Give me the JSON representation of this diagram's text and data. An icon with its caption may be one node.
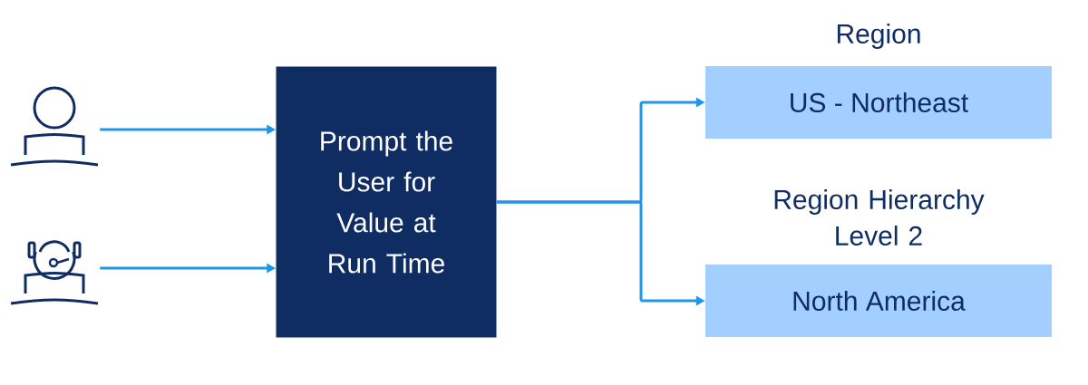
{
  "diagram": {
    "nodes": [
      {
        "text": [],
        "shape": "person"
      },
      {
        "text": [],
        "shape": "headset"
      },
      {
        "text": [
          "Prompt the User for Value at Run Time"
        ]
      },
      {
        "text": [
          "Region",
          "US - Northeast"
        ]
      },
      {
        "text": [
          "Region Hierarchy Level 2",
          "North America"
        ]
      }
    ],
    "edges": [
      {
        "from": 0,
        "to": 2,
        "arrow": "to"
      },
      {
        "from": 1,
        "to": 2,
        "arrow": "to"
      },
      {
        "from": 2,
        "to": 3,
        "arrow": "to"
      },
      {
        "from": 2,
        "to": 4,
        "arrow": "to"
      }
    ]
  }
}
